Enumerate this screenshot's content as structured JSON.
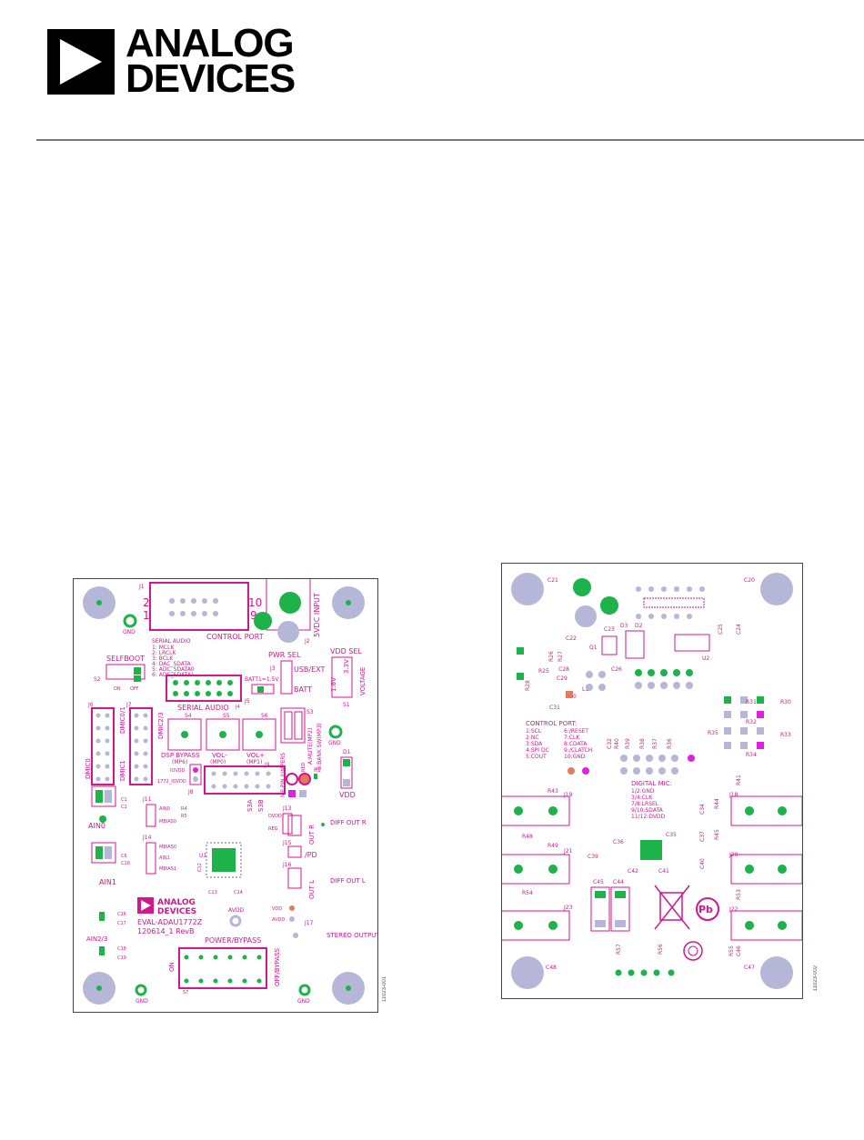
{
  "header": {
    "logo_line1": "ANALOG",
    "logo_line2": "DEVICES"
  },
  "colors": {
    "silk": "#d0178e",
    "pad": "#1eb24a",
    "hole": "#b6b6d8",
    "border": "#444444"
  },
  "figures": [
    {
      "code": "11023-001",
      "labels": {
        "j1": "J1",
        "d1": "D1",
        "gnd1": "GND",
        "gnd2": "GND",
        "gnd3": "GND",
        "gnd4": "GND",
        "control_port": "CONTROL PORT",
        "jack": "5VDC INPUT",
        "j2": "J2",
        "serial_audio_a": "SERIAL AUDIO",
        "sa1": "1: MCLK",
        "sa2": "2: LRCLK",
        "sa3": "3: BCLK",
        "sa4": "4: DAC_SDATA",
        "sa5": "5: ADC_SDATA0",
        "sa6": "6: ADC_SDATA1",
        "selfboot": "SELFBOOT",
        "s2": "S2",
        "on": "ON",
        "off": "OFF",
        "pwr_sel": "PWR SEL",
        "j3": "J3",
        "usb_ext": "USB/EXT",
        "batt": "BATT",
        "vdd_sel": "VDD SEL",
        "voltage": "VOLTAGE",
        "v18": "1.8V",
        "v33": "3.3V",
        "s1": "S1",
        "serial_audio_b": "SERIAL AUDIO",
        "j4": "J4",
        "batt1": "BATT1=1.5V",
        "j5": "J5",
        "s3": "S3",
        "amute": "A:MUTE(MP2)",
        "bbank": "B:BANK SW(MP3)",
        "j6": "J6",
        "j7": "J7",
        "dmic01": "DMIC0/1",
        "dmic23": "DMIC2/3",
        "dmic0": "DMIC0",
        "dmic1": "DMIC1",
        "s4": "S4",
        "s5": "S5",
        "s6": "S6",
        "dsp_bypass": "DSP BYPASS",
        "mp6": "(MP6)",
        "vol_minus": "VOL-",
        "mp0": "(MP0)",
        "vol_plus": "VOL+",
        "mp1": "(MP1)",
        "j8": "J8",
        "iovdd": "IOVDD",
        "iovdd2": "1772_IOVDD",
        "j9": "J9",
        "mp_pin_jumpers": "MP PIN JUMPERS",
        "s3a": "S3A",
        "s3b": "S3B",
        "r1": "R1",
        "red": "RED",
        "vdd": "VDD",
        "j11": "J11",
        "ain0": "AIN0",
        "micbias0": "MBIAS0",
        "c1": "C1",
        "c2": "C2",
        "ain0_big": "AIN0",
        "r4": "R4",
        "r5": "R5",
        "u1": "U1",
        "dvdd": "DVDD",
        "reg": "REG",
        "j13": "J13",
        "out_r": "OUT R",
        "diff_out_r": "DIFF OUT R",
        "j14": "J14",
        "ain1": "AIN1",
        "micbias1": "MBIAS1",
        "c6": "C6",
        "c10": "C10",
        "ain1_big": "AIN1",
        "j15": "J15",
        "pd": "/PD",
        "j16": "J16",
        "out_l": "OUT L",
        "diff_out_l": "DIFF OUT L",
        "c12": "C12",
        "c13": "C13",
        "c14": "C14",
        "board_logo1": "ANALOG",
        "board_logo2": "DEVICES",
        "board_name": "EVAL-ADAU1772Z",
        "board_rev": "120614_1 RevB",
        "avdd": "AVDD",
        "vdd2": "VDD",
        "avdd2": "AVDD",
        "j17": "J17",
        "stereo_output": "STEREO OUTPUT",
        "c16": "C16",
        "c17": "C17",
        "ain23": "AIN2/3",
        "c18": "C18",
        "c19": "C19",
        "power_bypass": "POWER/BYPASS",
        "s7": "S7",
        "sw_on": "ON",
        "off_bypass": "OFF/BYPASS",
        "n2": "2",
        "n1": "1",
        "n10": "10",
        "n9": "9"
      }
    },
    {
      "code": "11023-002",
      "labels": {
        "c21": "C21",
        "c20": "C20",
        "c24": "C24",
        "c25": "C25",
        "u2": "U2",
        "d3": "D3",
        "c22": "C22",
        "c23": "C23",
        "c26": "C26",
        "d2": "D2",
        "q1": "Q1",
        "r28": "R28",
        "r25": "R25",
        "r26": "R26",
        "r27": "R27",
        "l1": "L1",
        "c28": "C28",
        "c29": "C29",
        "c30": "C30",
        "c31": "C31",
        "cp_title": "CONTROL PORT:",
        "cp1": "1:SCL",
        "cp2": "2:NC",
        "cp3": "3:SDA",
        "cp4": "4:SPI DC",
        "cp5": "5:COUT",
        "cp6": "6:/RESET",
        "cp7": "7:CLK",
        "cp8": "8:CDATA",
        "cp9": "9:/CLATCH",
        "cp10": "10:GND",
        "r31": "R31",
        "r30": "R30",
        "r32": "R32",
        "r33": "R33",
        "r35": "R35",
        "r34": "R34",
        "c32": "C32",
        "r40": "R40",
        "r39": "R39",
        "r38": "R38",
        "r37": "R37",
        "r36": "R36",
        "dmic_title": "DIGITAL MIC:",
        "dm1": "1/2:GND",
        "dm2": "3/4:CLK",
        "dm3": "7/8:LRSEL",
        "dm4": "9/10:SDATA",
        "dm5": "11/12:DVDD",
        "r43": "R43",
        "j19": "J19",
        "j18": "J18",
        "r41": "R41",
        "r48": "R48",
        "r49": "R49",
        "c36": "C36",
        "c35": "C35",
        "c39": "C39",
        "j21": "J21",
        "j20": "J20",
        "c34": "C34",
        "c37": "C37",
        "c40": "C40",
        "r44": "R44",
        "r45": "R45",
        "c42": "C42",
        "c45": "C45",
        "c44": "C44",
        "c41": "C41",
        "r54": "R54",
        "j23": "J23",
        "j22": "J22",
        "r53": "R53",
        "r57": "R57",
        "r56": "R56",
        "c48": "C48",
        "c47": "C47",
        "c46": "C46",
        "r55": "R55",
        "pb": "Pb"
      }
    }
  ]
}
